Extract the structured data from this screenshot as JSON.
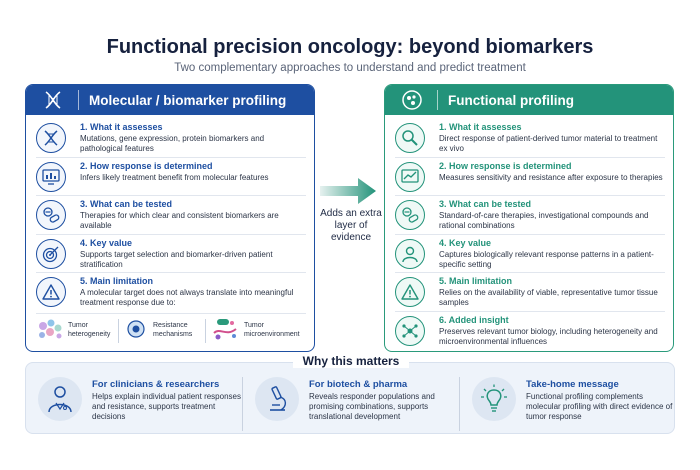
{
  "header": {
    "title": "Functional precision oncology: beyond biomarkers",
    "subtitle": "Two complementary approaches to understand and predict treatment"
  },
  "left_panel": {
    "title": "Molecular / biomarker profiling",
    "items": [
      {
        "title": "1. What it assesses",
        "desc": "Mutations, gene expression, protein biomarkers and pathological features",
        "icon": "dna-icon"
      },
      {
        "title": "2. How response is determined",
        "desc": "Infers likely treatment benefit from molecular features",
        "icon": "bar-chart-icon"
      },
      {
        "title": "3. What can be tested",
        "desc": "Therapies for which clear and consistent biomarkers are available",
        "icon": "pills-icon"
      },
      {
        "title": "4. Key value",
        "desc": "Supports target selection and biomarker-driven patient stratification",
        "icon": "target-icon"
      },
      {
        "title": "5. Main limitation",
        "desc": "A molecular target does not always translate into meaningful treatment response due to:",
        "icon": "warning-icon"
      }
    ],
    "limitations": [
      {
        "label": "Tumor heterogeneity",
        "icon": "cell-cluster-icon"
      },
      {
        "label": "Resistance mechanisms",
        "icon": "resistance-icon"
      },
      {
        "label": "Tumor microenvironment",
        "icon": "microenvironment-icon"
      }
    ]
  },
  "middle": {
    "text": "Adds an extra layer of evidence"
  },
  "right_panel": {
    "title": "Functional profiling",
    "items": [
      {
        "title": "1. What it assesses",
        "desc": "Direct response of patient-derived tumor material to treatment ex vivo",
        "icon": "magnifier-icon"
      },
      {
        "title": "2. How response is determined",
        "desc": "Measures sensitivity and resistance after exposure to therapies",
        "icon": "trend-chart-icon"
      },
      {
        "title": "3. What can be tested",
        "desc": "Standard-of-care therapies, investigational compounds and rational combinations",
        "icon": "pills-icon"
      },
      {
        "title": "4. Key value",
        "desc": "Captures biologically relevant response patterns in a patient-specific setting",
        "icon": "person-icon"
      },
      {
        "title": "5. Main limitation",
        "desc": "Relies on the availability of viable, representative tumor tissue samples",
        "icon": "warning-icon"
      },
      {
        "title": "6. Added insight",
        "desc": "Preserves relevant tumor biology, including heterogeneity and microenvironmental influences",
        "icon": "network-icon"
      }
    ]
  },
  "bottom": {
    "title": "Why this matters",
    "columns": [
      {
        "title": "For clinicians & researchers",
        "desc": "Helps explain individual patient responses and resistance, supports treatment decisions",
        "icon": "doctor-icon"
      },
      {
        "title": "For biotech & pharma",
        "desc": "Reveals responder populations and promising combinations, supports translational development",
        "icon": "microscope-icon"
      },
      {
        "title": "Take-home message",
        "desc": "Functional profiling complements molecular profiling with direct evidence of tumor response",
        "icon": "lightbulb-icon"
      }
    ]
  },
  "colors": {
    "molecular": "#1e4fa1",
    "functional": "#23937a",
    "text": "#1f2a44"
  }
}
